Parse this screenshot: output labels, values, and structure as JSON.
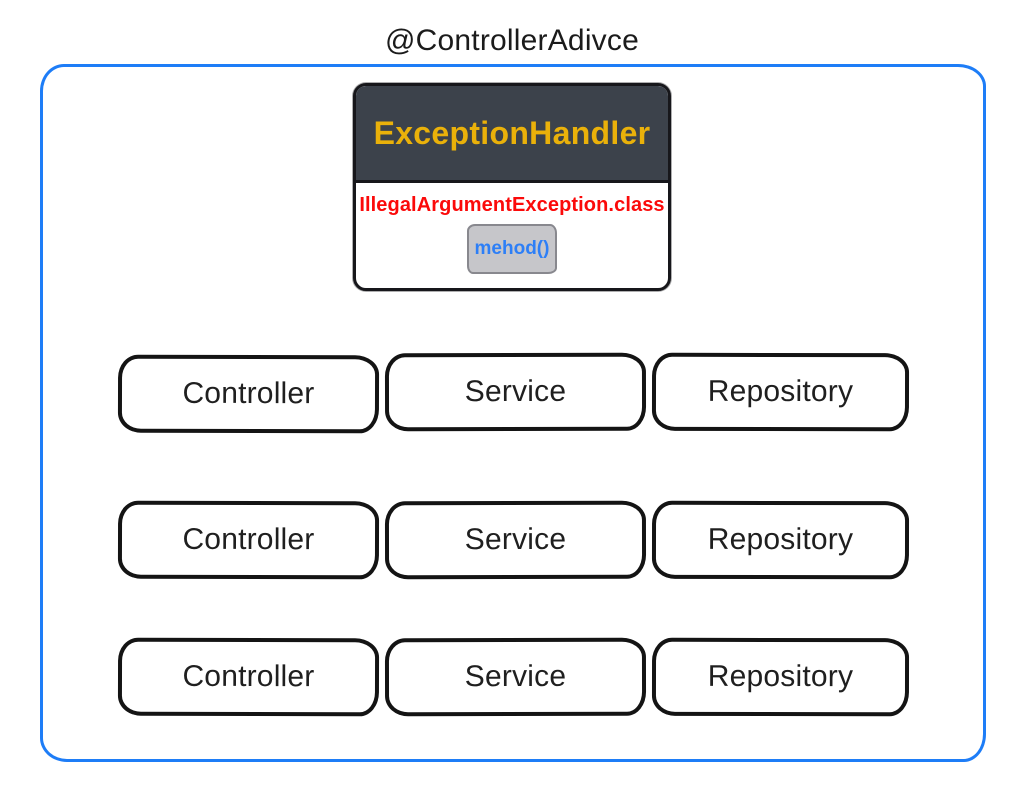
{
  "title": "@ControllerAdivce",
  "exception_card": {
    "header": "ExceptionHandler",
    "exception_class": "IllegalArgumentException.class",
    "method_label": "mehod()"
  },
  "rows": [
    {
      "boxes": [
        "Controller",
        "Service",
        "Repository"
      ]
    },
    {
      "boxes": [
        "Controller",
        "Service",
        "Repository"
      ]
    },
    {
      "boxes": [
        "Controller",
        "Service",
        "Repository"
      ]
    }
  ],
  "colors": {
    "outer_border": "#1e7df7",
    "card_border": "#17171b",
    "card_header_bg": "#3c424b",
    "card_header_text": "#eab10a",
    "exception_text": "#fb0a0a",
    "method_text": "#2d7ff7",
    "method_button_bg": "#c6c6ca",
    "method_button_border": "#88888e",
    "box_border": "#141414",
    "box_text": "#1f1f1f"
  }
}
